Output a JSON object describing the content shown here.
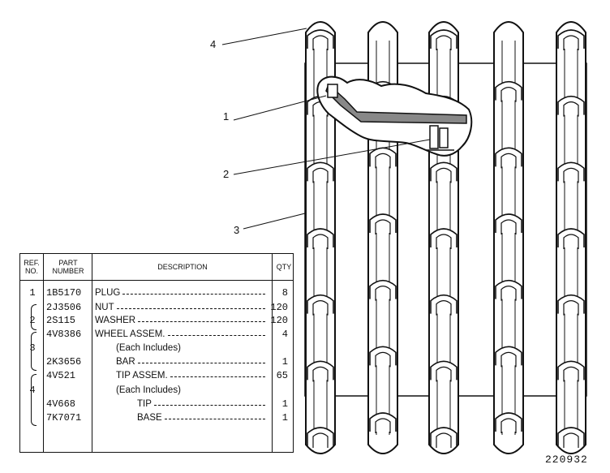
{
  "callouts": [
    "4",
    "1",
    "2",
    "3"
  ],
  "figure_number": "220932",
  "table": {
    "headers": {
      "ref_no": "REF. NO.",
      "part_number": "PART NUMBER",
      "description": "DESCRIPTION",
      "qty": "QTY"
    },
    "rows": [
      {
        "ref": "1",
        "part": "1B5170",
        "desc": "PLUG",
        "qty": "8"
      },
      {
        "ref": "",
        "part": "2J3506",
        "desc": "NUT",
        "qty": "120"
      },
      {
        "ref": "2",
        "part": "2S115",
        "desc": "WASHER",
        "qty": "120"
      },
      {
        "ref": "",
        "part": "4V8386",
        "desc": "WHEEL ASSEM.",
        "qty": "4"
      },
      {
        "ref": "3",
        "part": "",
        "desc": "(Each Includes)",
        "qty": ""
      },
      {
        "ref": "",
        "part": "2K3656",
        "desc": "BAR",
        "qty": "1"
      },
      {
        "ref": "",
        "part": "4V521",
        "desc": "TIP ASSEM.",
        "qty": "65"
      },
      {
        "ref": "4",
        "part": "",
        "desc": "(Each Includes)",
        "qty": ""
      },
      {
        "ref": "",
        "part": "4V668",
        "desc": "TIP",
        "qty": "1"
      },
      {
        "ref": "",
        "part": "7K7071",
        "desc": "BASE",
        "qty": "1"
      }
    ]
  }
}
